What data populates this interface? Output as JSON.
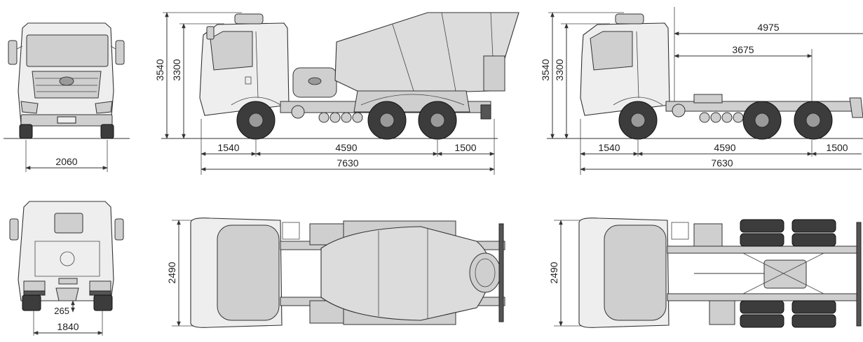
{
  "diagram": {
    "front_view": {
      "track_width": "2060"
    },
    "rear_view": {
      "rear_track": "1840",
      "ground_clearance": "265"
    },
    "mixer_side_view": {
      "overall_height": "3540",
      "cab_height": "3300",
      "front_overhang": "1540",
      "wheelbase": "4590",
      "rear_overhang": "1500",
      "overall_length": "7630"
    },
    "mixer_top_view": {
      "overall_width": "2490"
    },
    "chassis_side_view": {
      "overall_height": "3540",
      "cab_height": "3300",
      "body_length": "4975",
      "frame_length": "3675",
      "front_overhang": "1540",
      "wheelbase": "4590",
      "rear_overhang": "1500",
      "overall_length": "7630"
    },
    "chassis_top_view": {
      "overall_width": "2490"
    }
  }
}
